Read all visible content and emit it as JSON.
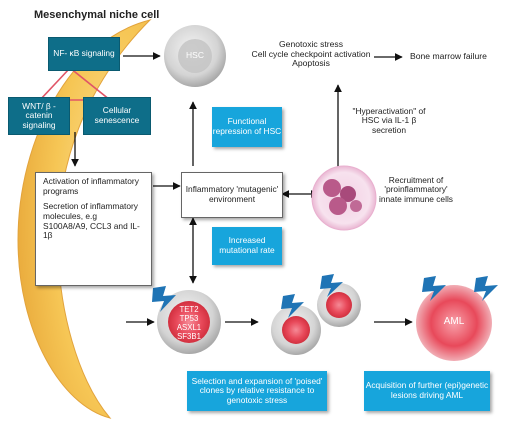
{
  "title": "Mesenchymal niche cell",
  "niche_boxes": {
    "nfkb": "NF- κB signaling",
    "wnt": "WNT/ β -catenin signaling",
    "senescence": "Cellular senescence"
  },
  "hsc_label": "HSC",
  "stress_text": [
    "Genotoxic stress",
    "Cell cycle checkpoint activation",
    "Apoptosis"
  ],
  "bone_marrow_failure": "Bone marrow failure",
  "functional_repression": "Functional repression of HSC",
  "hyperactivation": "\"Hyperactivation\" of HSC via IL-1   β secretion",
  "activation_block": {
    "top": "Activation of inflammatory programs",
    "bottom": "Secretion of inflammatory molecules, e.g S100A8/A9, CCL3 and IL-1β"
  },
  "environment": "Inflammatory 'mutagenic' environment",
  "recruitment": "Recruitment of 'proinflammatory' innate immune cells",
  "increased_rate": "Increased mutational rate",
  "mutations": [
    "TET2",
    "TP53",
    "ASXL1",
    "SF3B1"
  ],
  "aml_label": "AML",
  "selection": "Selection and expansion of 'poised' clones by relative resistance to genotoxic stress",
  "acquisition": "Acquisition of further (epi)genetic lesions driving AML",
  "colors": {
    "teal": "#0e6e89",
    "cyan": "#17a5dc",
    "crescent": "#f6c655",
    "cell_red": "#e8495a",
    "triangle": "#e05567"
  }
}
